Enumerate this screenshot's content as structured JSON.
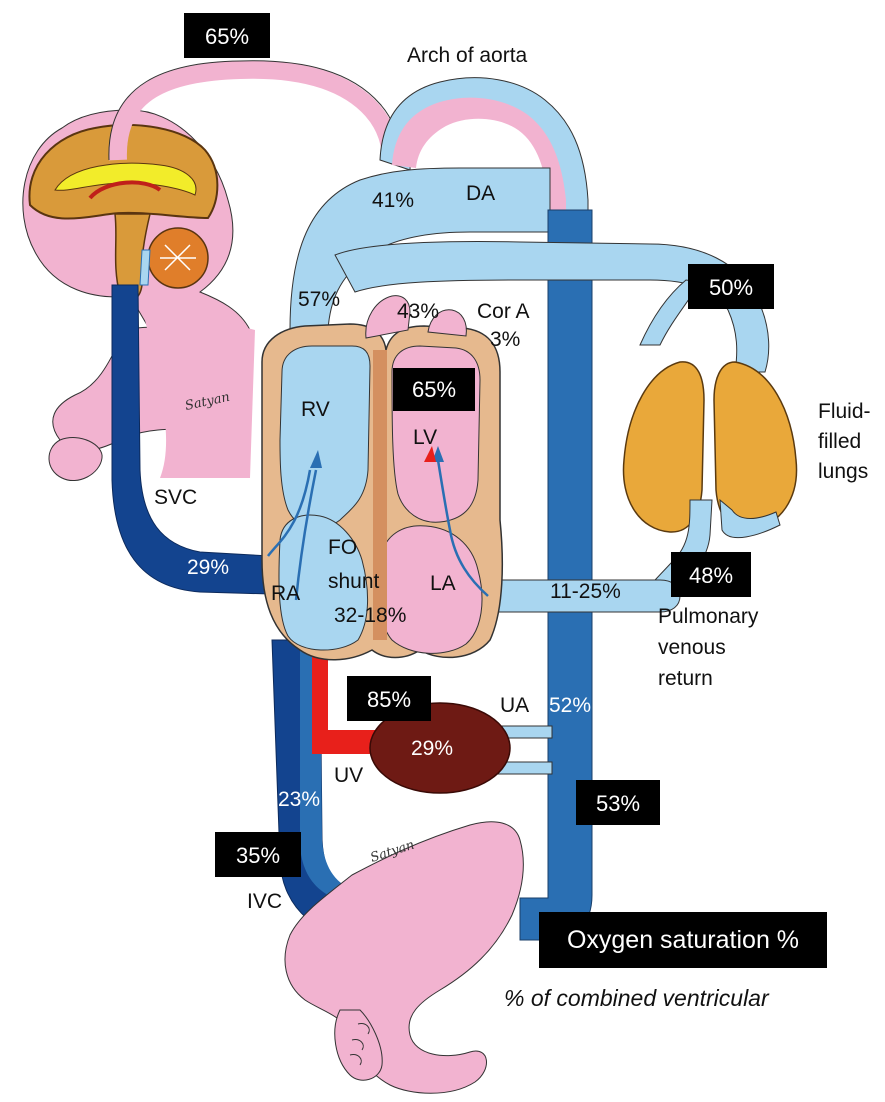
{
  "colors": {
    "oxygenated_blood": "#f2b3d0",
    "mixed_blood": "#a9d6f0",
    "deoxygenated_blood": "#2a6fb3",
    "venous_dark": "#13448f",
    "umbilical_vein": "#e8201b",
    "placenta": "#6e1a14",
    "lungs": "#e9a83a",
    "heart_wall": "#e6b98e",
    "label_box": "#000000"
  },
  "boxes": {
    "brain_sat": "65%",
    "lung_sat": "50%",
    "lv_sat": "65%",
    "pulm_venous_sat": "48%",
    "uv_sat": "85%",
    "ua_sat": "53%",
    "ivc_sat": "35%"
  },
  "labels": {
    "arch_of_aorta": "Arch of aorta",
    "da": "DA",
    "da_pct": "41%",
    "svc_to_rv_pct": "57%",
    "asc_aorta_pct": "43%",
    "cor_a": "Cor A",
    "cor_a_pct": "3%",
    "rv": "RV",
    "lv": "LV",
    "ra": "RA",
    "la": "LA",
    "fo": "FO",
    "shunt": "shunt",
    "shunt_pct": "32-18%",
    "svc": "SVC",
    "svc_pct": "29%",
    "pulm_flow_pct": "11-25%",
    "fluid_lungs_1": "Fluid-",
    "fluid_lungs_2": "filled",
    "fluid_lungs_3": "lungs",
    "pulm_venous_1": "Pulmonary",
    "pulm_venous_2": "venous",
    "pulm_venous_3": "return",
    "ua": "UA",
    "ua_pct": "52%",
    "placenta_pct": "29%",
    "uv": "UV",
    "ivc_pct": "23%",
    "ivc": "IVC",
    "artist_sig": "Satyan"
  },
  "legend": {
    "box_label": "Oxygen saturation %",
    "italic_label": "% of combined ventricular"
  }
}
